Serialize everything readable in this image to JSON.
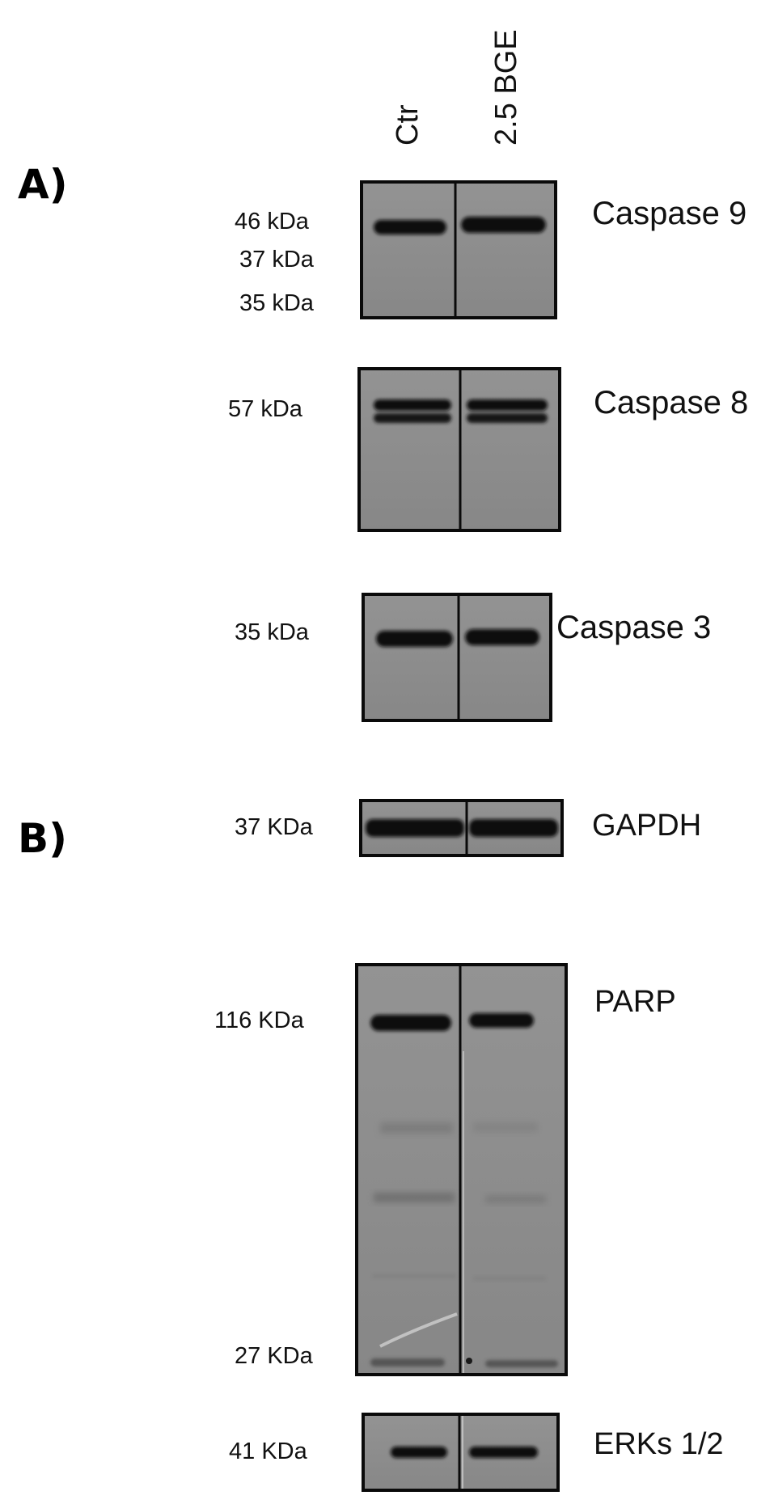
{
  "lanes": [
    "Ctr",
    "2.5 BGE"
  ],
  "panels": [
    {
      "letter": "A)",
      "blots": [
        {
          "protein": "Caspase 9",
          "markers": [
            "46 kDa",
            "37 kDa",
            "35 kDa"
          ]
        },
        {
          "protein": "Caspase 8",
          "markers": [
            "57 kDa"
          ]
        },
        {
          "protein": "Caspase 3",
          "markers": [
            "35 kDa"
          ]
        },
        {
          "protein": "GAPDH",
          "markers": [
            "37 KDa"
          ]
        }
      ]
    },
    {
      "letter": "B)",
      "blots": [
        {
          "protein": "PARP",
          "markers": [
            "116 KDa",
            "27 KDa"
          ]
        },
        {
          "protein": "ERKs 1/2",
          "markers": [
            "41 KDa"
          ]
        }
      ]
    }
  ],
  "colors": {
    "membrane": "#8e8e8e",
    "membrane_dark": "#7f7f7f",
    "band": "#101010",
    "frame": "#0a0a0a"
  }
}
